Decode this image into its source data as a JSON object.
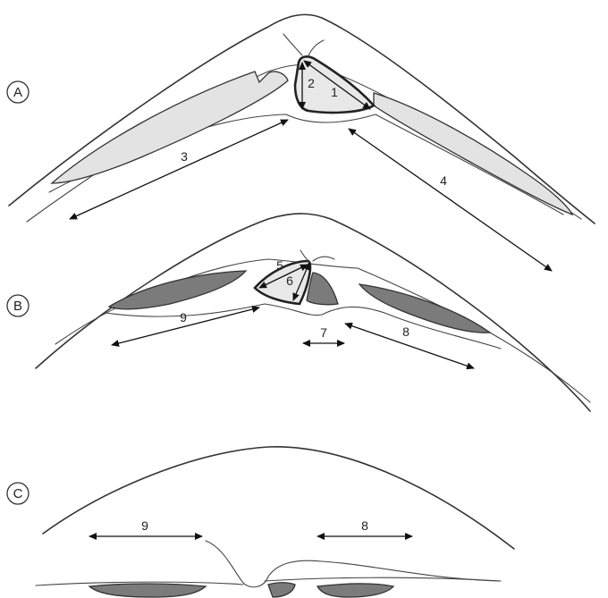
{
  "panels": [
    {
      "letter": "A"
    },
    {
      "letter": "B"
    },
    {
      "letter": "C"
    }
  ],
  "labels": {
    "a1": "1",
    "a2": "2",
    "a3": "3",
    "a4": "4",
    "b5": "5",
    "b6": "6",
    "b7": "7",
    "b8": "8",
    "b9": "9",
    "c8": "8",
    "c9": "9"
  }
}
